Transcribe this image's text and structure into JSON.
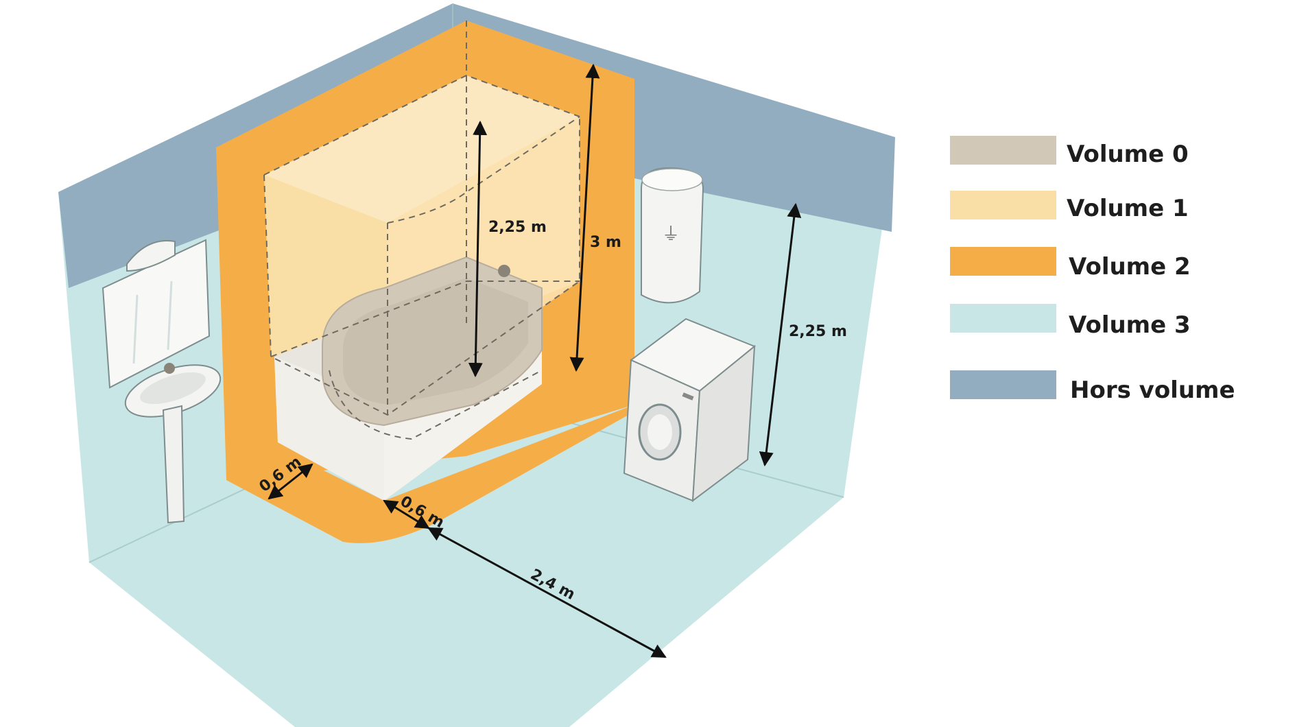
{
  "colors": {
    "volume0": "#d2c8b8",
    "volume1": "#f9dfa6",
    "volume2": "#f5ad48",
    "volume3": "#c8e6e6",
    "hors_volume": "#93adc0"
  },
  "legend": [
    {
      "label": "Volume 0",
      "color": "#d2c8b8"
    },
    {
      "label": "Volume 1",
      "color": "#f9dfa6"
    },
    {
      "label": "Volume 2",
      "color": "#f5ad48"
    },
    {
      "label": "Volume 3",
      "color": "#c8e6e6"
    },
    {
      "label": "Hors volume",
      "color": "#93adc0"
    }
  ],
  "dimensions": {
    "volume1_height": "2,25 m",
    "volume2_height": "3 m",
    "volume3_height": "2,25 m",
    "volume2_width_left": "0,6 m",
    "volume2_width_front": "0,6 m",
    "volume3_distance": "2,4 m"
  },
  "icons": [
    "washbasin-icon",
    "mirror-icon",
    "bathtub-icon",
    "water-heater-icon",
    "washing-machine-icon"
  ]
}
